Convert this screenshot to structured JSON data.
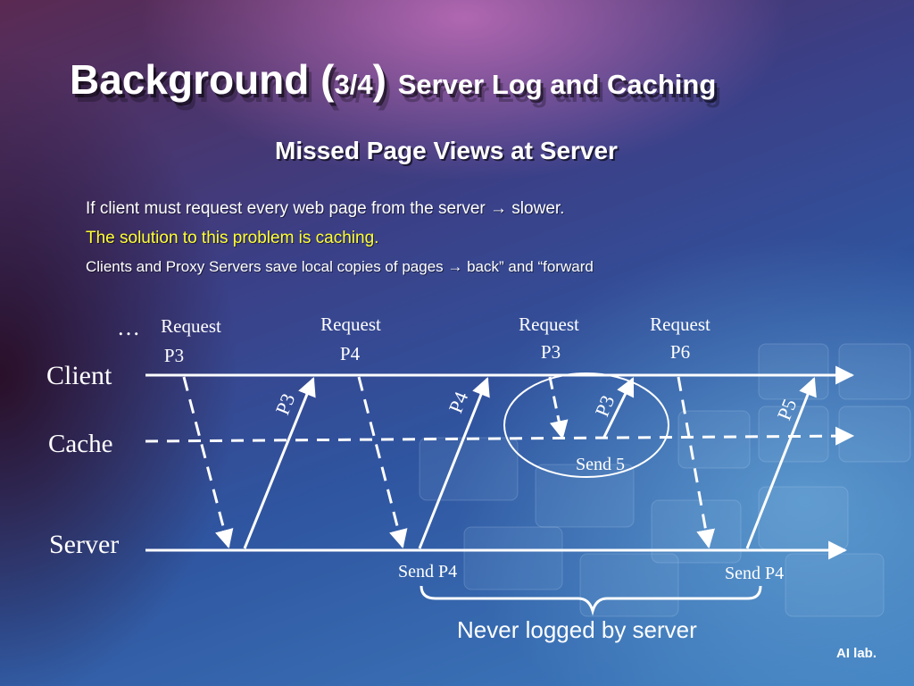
{
  "slide": {
    "title_main": "Background (",
    "title_fraction": "3/4",
    "title_close": ")",
    "title_topic": "Server Log and Caching",
    "subtitle": "Missed Page Views at Server",
    "bullets": [
      "If client must request every web page from the server → slower.",
      "The solution to this problem is caching.",
      "Clients and Proxy Servers save local copies of pages → back” and “forward"
    ],
    "footer": "AI lab."
  },
  "diagram": {
    "lanes": {
      "client": "Client",
      "cache": "Cache",
      "server": "Server"
    },
    "ellipsis": "…",
    "requests": [
      {
        "line1": "Request",
        "line2": "P3"
      },
      {
        "line1": "Request",
        "line2": "P4"
      },
      {
        "line1": "Request",
        "line2": "P3"
      },
      {
        "line1": "Request",
        "line2": "P6"
      }
    ],
    "responses": [
      "P3",
      "P4",
      "P3",
      "P5"
    ],
    "sends": [
      "Send P4",
      "Send 5",
      "Send P4"
    ],
    "brace_note": "Never logged by server"
  }
}
